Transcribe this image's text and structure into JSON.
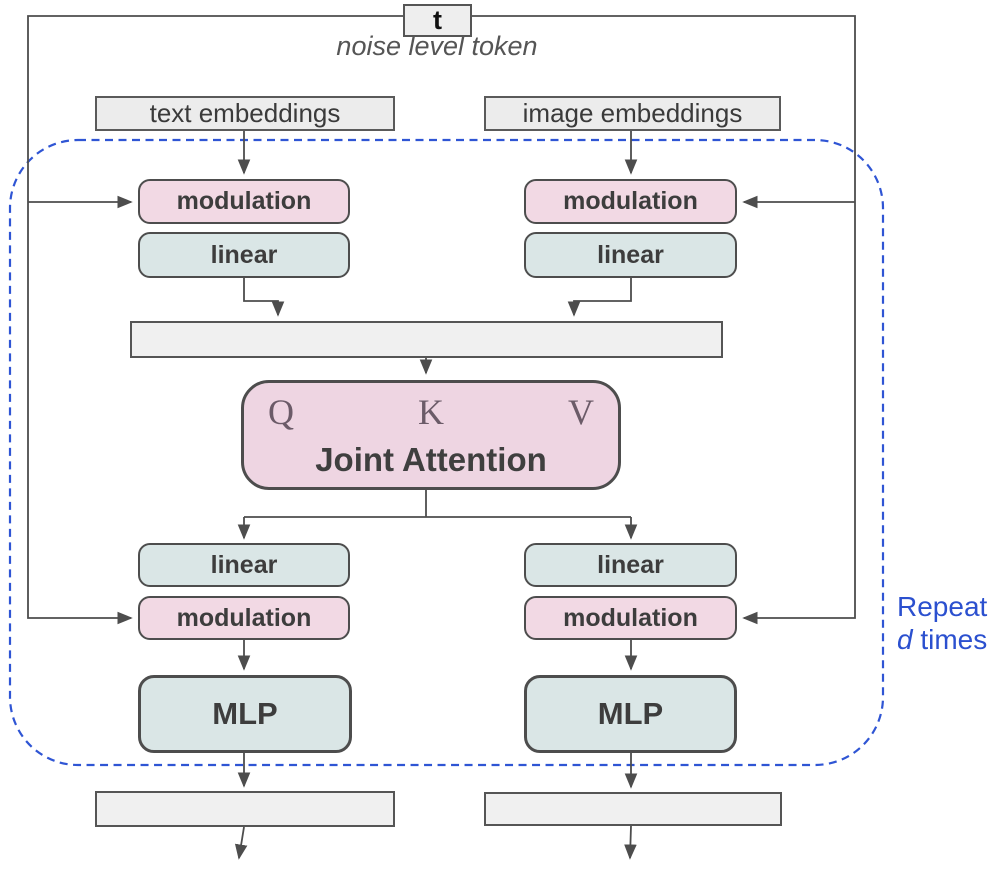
{
  "t_token": {
    "label": "t",
    "caption": "noise level token"
  },
  "inputs": {
    "text_embeddings": "text embeddings",
    "image_embeddings": "image embeddings"
  },
  "blocks": {
    "modulation_label": "modulation",
    "linear_label": "linear",
    "mlp_label": "MLP",
    "attention": {
      "q": "Q",
      "k": "K",
      "v": "V",
      "title": "Joint Attention"
    }
  },
  "repeat_note": {
    "line1": "Repeat",
    "d": "d",
    "rest": " times"
  },
  "colors": {
    "pink": "#f2d9e4",
    "pink2": "#eed5e2",
    "teal": "#dae6e6",
    "bar": "#f0f0f0",
    "border": "#4d4d4d",
    "blue": "#2b50cf",
    "text": "#3d3d3d"
  }
}
